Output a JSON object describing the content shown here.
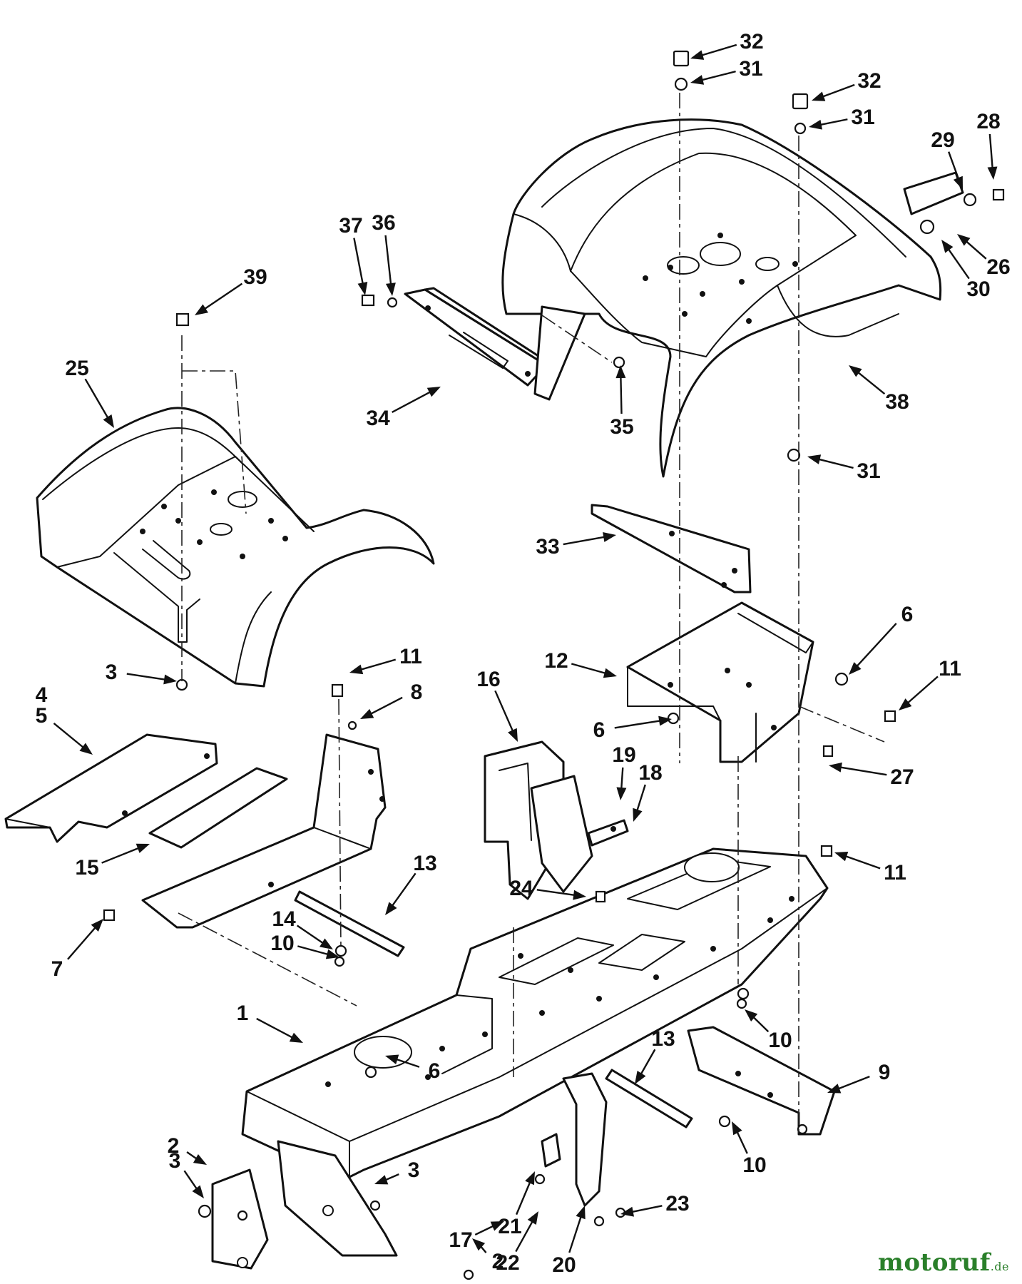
{
  "diagram": {
    "callouts": [
      {
        "label": "1"
      },
      {
        "label": "2"
      },
      {
        "label": "2"
      },
      {
        "label": "3"
      },
      {
        "label": "3"
      },
      {
        "label": "3"
      },
      {
        "label": "4"
      },
      {
        "label": "5"
      },
      {
        "label": "6"
      },
      {
        "label": "6"
      },
      {
        "label": "6"
      },
      {
        "label": "7"
      },
      {
        "label": "8"
      },
      {
        "label": "9"
      },
      {
        "label": "10"
      },
      {
        "label": "10"
      },
      {
        "label": "10"
      },
      {
        "label": "11"
      },
      {
        "label": "11"
      },
      {
        "label": "11"
      },
      {
        "label": "12"
      },
      {
        "label": "13"
      },
      {
        "label": "13"
      },
      {
        "label": "14"
      },
      {
        "label": "15"
      },
      {
        "label": "16"
      },
      {
        "label": "17"
      },
      {
        "label": "18"
      },
      {
        "label": "19"
      },
      {
        "label": "20"
      },
      {
        "label": "21"
      },
      {
        "label": "22"
      },
      {
        "label": "23"
      },
      {
        "label": "24"
      },
      {
        "label": "25"
      },
      {
        "label": "26"
      },
      {
        "label": "27"
      },
      {
        "label": "28"
      },
      {
        "label": "29"
      },
      {
        "label": "30"
      },
      {
        "label": "31"
      },
      {
        "label": "31"
      },
      {
        "label": "31"
      },
      {
        "label": "32"
      },
      {
        "label": "32"
      },
      {
        "label": "33"
      },
      {
        "label": "34"
      },
      {
        "label": "35"
      },
      {
        "label": "36"
      },
      {
        "label": "37"
      },
      {
        "label": "38"
      },
      {
        "label": "39"
      }
    ]
  },
  "watermark": {
    "brand": "motoruf",
    "suffix": ".de",
    "color": "#2a7f2a"
  }
}
